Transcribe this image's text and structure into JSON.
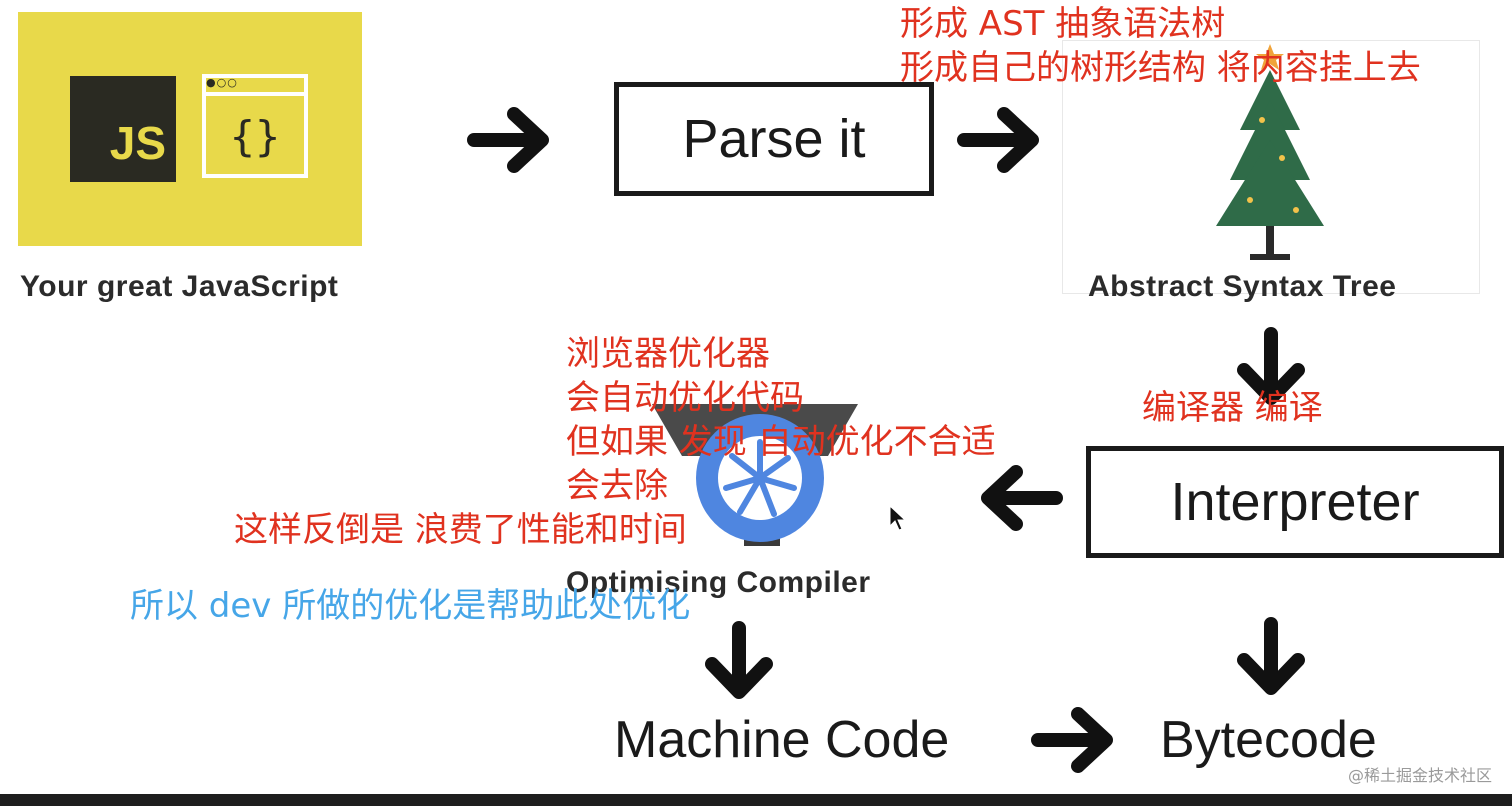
{
  "source": {
    "label": "Your great JavaScript",
    "logo_text": "JS",
    "window_dots": "●○○",
    "braces": "{}",
    "logo_bg_color": "#e8d94a",
    "logo_dark_color": "#2a2a22"
  },
  "steps": {
    "parse": "Parse it",
    "ast": "Abstract Syntax Tree",
    "interpreter": "Interpreter",
    "optimizing_compiler": "Optimising Compiler",
    "machine_code": "Machine Code",
    "bytecode": "Bytecode"
  },
  "icons": [
    "arrow-right-icon",
    "arrow-down-icon",
    "arrow-left-icon",
    "christmas-tree-icon",
    "turbofan-icon",
    "mouse-cursor-icon"
  ],
  "annotations": {
    "ast_lines": [
      "形成 AST 抽象语法树",
      "形成自己的树形结构 将内容挂上去"
    ],
    "compiler_note": "编译器 编译",
    "browser_lines": [
      "浏览器优化器",
      "会自动优化代码",
      "但如果 发现 自动优化不合适",
      "会去除"
    ],
    "waste_note": "这样反倒是 浪费了性能和时间",
    "dev_note": "所以 dev 所做的优化是帮助此处优化",
    "red_color": "#e0321f",
    "blue_color": "#46a6e8"
  },
  "watermark": "@稀土掘金技术社区"
}
